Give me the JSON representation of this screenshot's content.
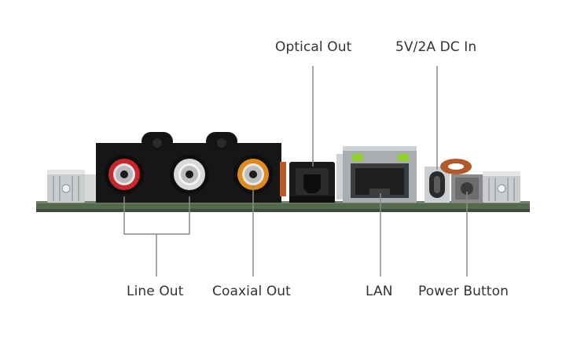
{
  "labels": {
    "optical_out": "Optical Out",
    "dc_in": "5V/2A DC In",
    "line_out": "Line Out",
    "coaxial_out": "Coaxial Out",
    "lan": "LAN",
    "power_button": "Power Button"
  },
  "colors": {
    "background": "#ffffff",
    "label_text": "#333333",
    "leader_line": "#8a8a8a",
    "pcb": "#55694f",
    "jack_housing": "#161616",
    "rca_red": "#c8282c",
    "rca_white": "#d9d9d9",
    "rca_orange": "#e08a1c",
    "rj45_led": "#8fd12a"
  },
  "icons": [
    "rca-red-jack",
    "rca-white-jack",
    "rca-orange-jack",
    "toslink-port",
    "rj45-port",
    "usb-c-port",
    "tactile-button",
    "heatsink"
  ]
}
